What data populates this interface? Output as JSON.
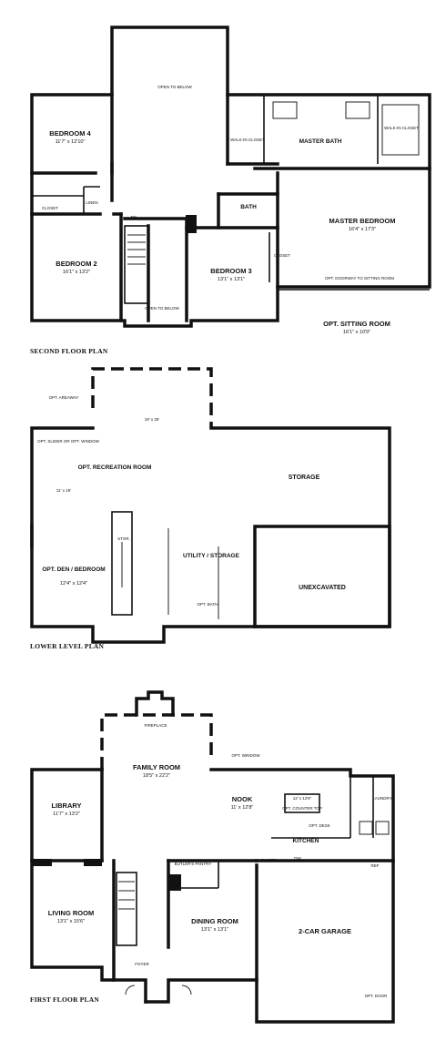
{
  "second_floor": {
    "title": "SECOND FLOOR PLAN",
    "open_to_below": "OPEN TO BELOW",
    "bedroom4": {
      "name": "BEDROOM 4",
      "dim": "11'7\" x 12'10\""
    },
    "walk_in_closet": "WALK-IN CLOSET",
    "master_bath": "MASTER BATH",
    "walk_in_closet_2": "WALK-IN CLOSET",
    "linen": "LINEN",
    "closet": "CLOSET",
    "bath": "BATH",
    "master_bedroom": {
      "name": "MASTER BEDROOM",
      "dim": "16'4\" x 17'3\""
    },
    "opt_doorway": "OPT. DOORWAY TO SITTING ROOM",
    "bedroom2": {
      "name": "BEDROOM 2",
      "dim": "16'1\" x 13'2\""
    },
    "bedroom3": {
      "name": "BEDROOM 3",
      "dim": "13'1\" x 13'1\""
    },
    "closet_2": "CLOSET",
    "open_to_below_2": "OPEN TO BELOW",
    "dn": "DN",
    "opt_sitting": {
      "name": "OPT. SITTING ROOM",
      "dim": "16'1\" x 10'9\""
    }
  },
  "lower_level": {
    "title": "LOWER LEVEL PLAN",
    "opt_areaway": "OPT. AREAWAY",
    "dim_top": "19' x 25'",
    "opt_slider": "OPT. SLIDER OR OPT. WINDOW",
    "opt_recreation": "OPT. RECREATION ROOM",
    "rec_dim": "11' x 15'",
    "storage": "STORAGE",
    "stor": "STOR.",
    "opt_den": {
      "name": "OPT. DEN / BEDROOM",
      "dim": "12'4\" x 12'4\""
    },
    "utility": "UTILITY / STORAGE",
    "opt_bath": "OPT. BATH",
    "unexcavated": "UNEXCAVATED"
  },
  "first_floor": {
    "title": "FIRST FLOOR PLAN",
    "fireplace": "FIREPLACE",
    "opt_window": "OPT. WINDOW",
    "family_room": {
      "name": "FAMILY ROOM",
      "dim": "18'5\" x 22'2\""
    },
    "nook": {
      "name": "NOOK",
      "dim": "11' x 12'8\""
    },
    "kitchen_dim": "12' x 12'6\"",
    "opt_counter": "OPT. COUNTER TOP",
    "opt_desk": "OPT. DESK",
    "kitchen": "KITCHEN",
    "laundry": "LAUNDRY",
    "dw": "DW",
    "library": {
      "name": "LIBRARY",
      "dim": "11'7\" x 13'2\""
    },
    "pantry": "PANTRY",
    "butler": "BUTLER'S PANTRY",
    "ref": "REF",
    "living_room": {
      "name": "LIVING ROOM",
      "dim": "13'1\" x 15'6\""
    },
    "dining_room": {
      "name": "DINING ROOM",
      "dim": "13'1\" x 13'1\""
    },
    "two_car_garage": "2-CAR GARAGE",
    "foyer": "FOYER",
    "opt_door": "OPT. DOOR"
  }
}
